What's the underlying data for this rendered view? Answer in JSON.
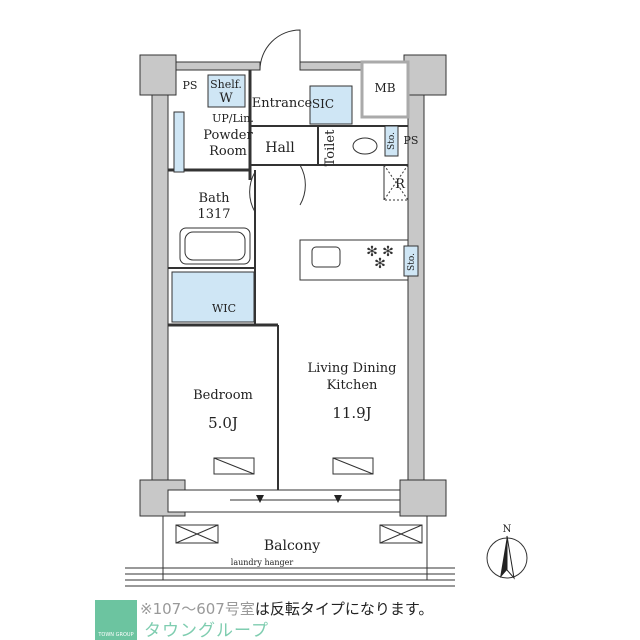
{
  "floorplan": {
    "rooms": {
      "ps_left": "PS",
      "shelf": "Shelf.",
      "shelf_w": "W",
      "up_lin": "UP/Lin.",
      "powder_1": "Powder",
      "powder_2": "Room",
      "entrance": "Entrance",
      "sic": "SIC",
      "mb": "MB",
      "hall": "Hall",
      "toilet": "Toilet",
      "sto_toilet": "Sto.",
      "ps_right": "PS",
      "r": "R",
      "bath": "Bath",
      "bath_size": "1317",
      "sto_kitchen": "Sto.",
      "wic": "WIC",
      "bedroom": "Bedroom",
      "bedroom_size": "5.0J",
      "ldk_1": "Living Dining",
      "ldk_2": "Kitchen",
      "ldk_size": "11.9J",
      "balcony": "Balcony",
      "laundry": "laundry hanger"
    },
    "compass": "N",
    "colors": {
      "wall": "#c8c8c8",
      "storage": "#cfe6f5",
      "line": "#333333",
      "brand": "#6cc4a0"
    }
  },
  "footer": {
    "note_prefix": "※107～607号室",
    "note_suffix": "は反転タイプになります。",
    "brand": "タウングループ",
    "logo_text": "TOWN GROUP"
  }
}
